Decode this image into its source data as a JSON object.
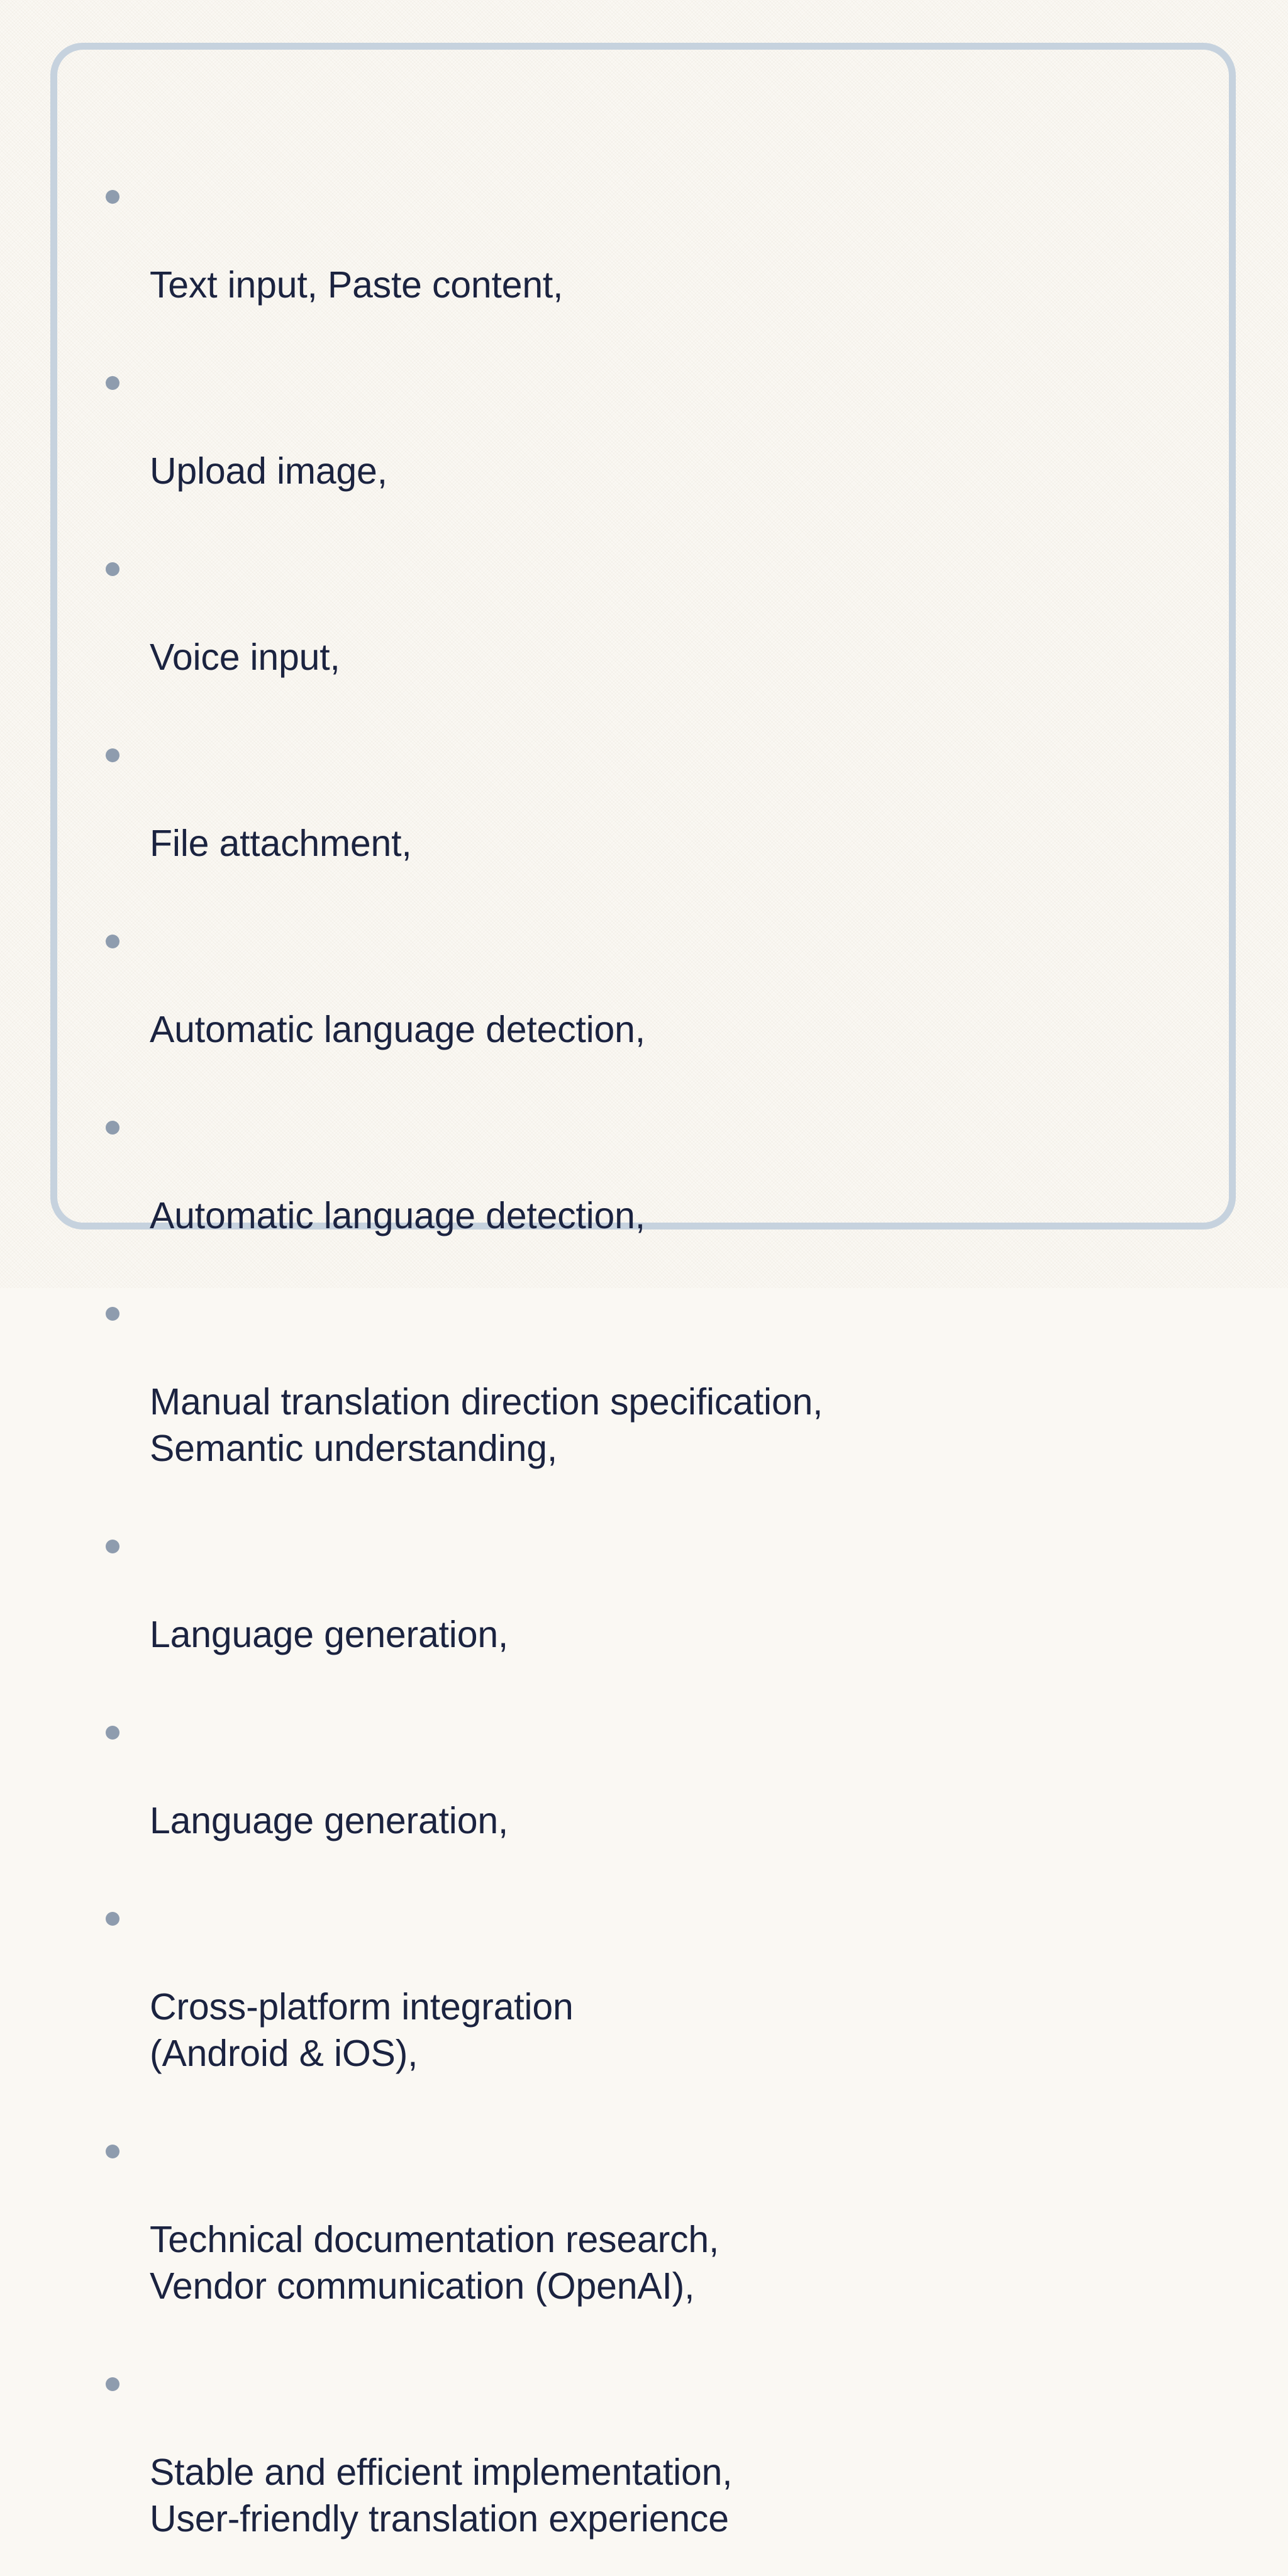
{
  "card": {
    "border_color": "#c6d2de",
    "background_color": "#faf8f3",
    "text_color": "#1b2340",
    "bullet_color": "#8e9cae"
  },
  "list": {
    "marker": "bullet-dot",
    "items": [
      {
        "text": "Text input, Paste content,"
      },
      {
        "text": "Upload image,"
      },
      {
        "text": "Voice input,"
      },
      {
        "text": "File attachment,"
      },
      {
        "text": "Automatic language detection,"
      },
      {
        "text": "Automatic language detection,"
      },
      {
        "text": "Manual translation direction specification,\nSemantic understanding,"
      },
      {
        "text": "Language generation,"
      },
      {
        "text": "Language generation,"
      },
      {
        "text": "Cross-platform integration\n(Android & iOS),"
      },
      {
        "text": "Technical documentation research,\nVendor communication (OpenAI),"
      },
      {
        "text": "Stable and efficient implementation,\nUser-friendly translation experience"
      }
    ]
  }
}
